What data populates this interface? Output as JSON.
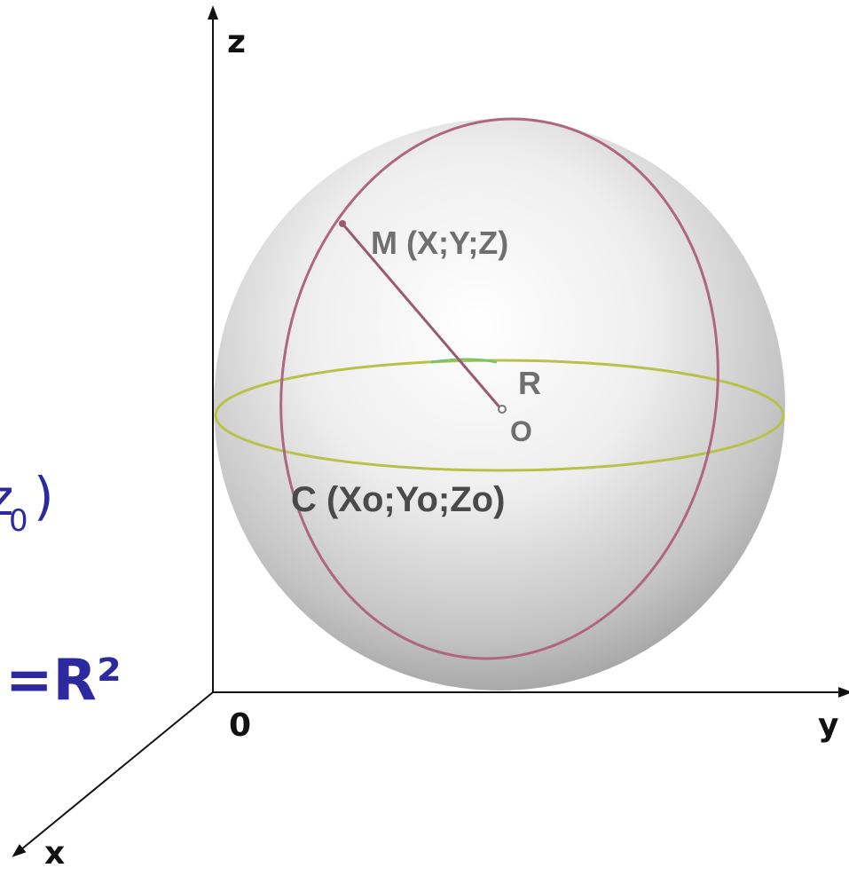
{
  "axes": {
    "x_label": "x",
    "y_label": "y",
    "z_label": "z",
    "origin_label": "0"
  },
  "sphere": {
    "point_label": "M (X;Y;Z)",
    "center_label": "C (Xo;Yo;Zo)",
    "center_marker_label": "O",
    "radius_label": "R"
  },
  "formula_fragments": {
    "right_side": "=R²",
    "partial_z": "z",
    "partial_subscript": "0",
    "partial_paren": ")"
  },
  "colors": {
    "axis": "#111111",
    "formula": "#2d2aa0",
    "meridian": "#b0667c",
    "equator": "#b8c24a",
    "sphere_label": "#6f6f6f"
  }
}
